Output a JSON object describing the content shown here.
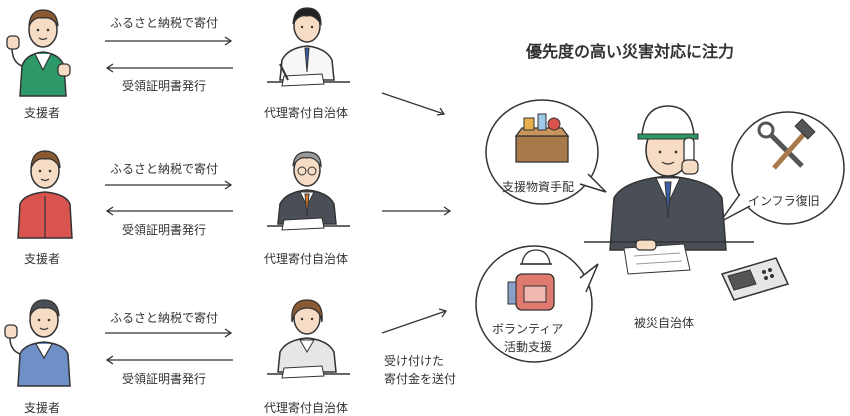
{
  "title": "優先度の高い災害対応に注力",
  "rows": [
    {
      "supporter_label": "支援者",
      "donate_label": "ふるさと納税で寄付",
      "receipt_label": "受領証明書発行",
      "proxy_label": "代理寄付自治体"
    },
    {
      "supporter_label": "支援者",
      "donate_label": "ふるさと納税で寄付",
      "receipt_label": "受領証明書発行",
      "proxy_label": "代理寄付自治体"
    },
    {
      "supporter_label": "支援者",
      "donate_label": "ふるさと納税で寄付",
      "receipt_label": "受領証明書発行",
      "proxy_label": "代理寄付自治体"
    }
  ],
  "send_label_line1": "受け付けた",
  "send_label_line2": "寄付金を送付",
  "affected_label": "被災自治体",
  "bubbles": {
    "supplies": "支援物資手配",
    "infra": "インフラ復旧",
    "volunteer_line1": "ボランティア",
    "volunteer_line2": "活動支援"
  },
  "colors": {
    "shirt_green": "#2e9a6a",
    "shirt_red": "#d9534f",
    "shirt_blue": "#6f8fc9",
    "suit_dark": "#4a4f57",
    "tie_blue": "#3d5fa8",
    "tie_orange": "#e07b2c",
    "hair_brown": "#8a5a32",
    "skin": "#f6dcc4",
    "line": "#333333"
  }
}
